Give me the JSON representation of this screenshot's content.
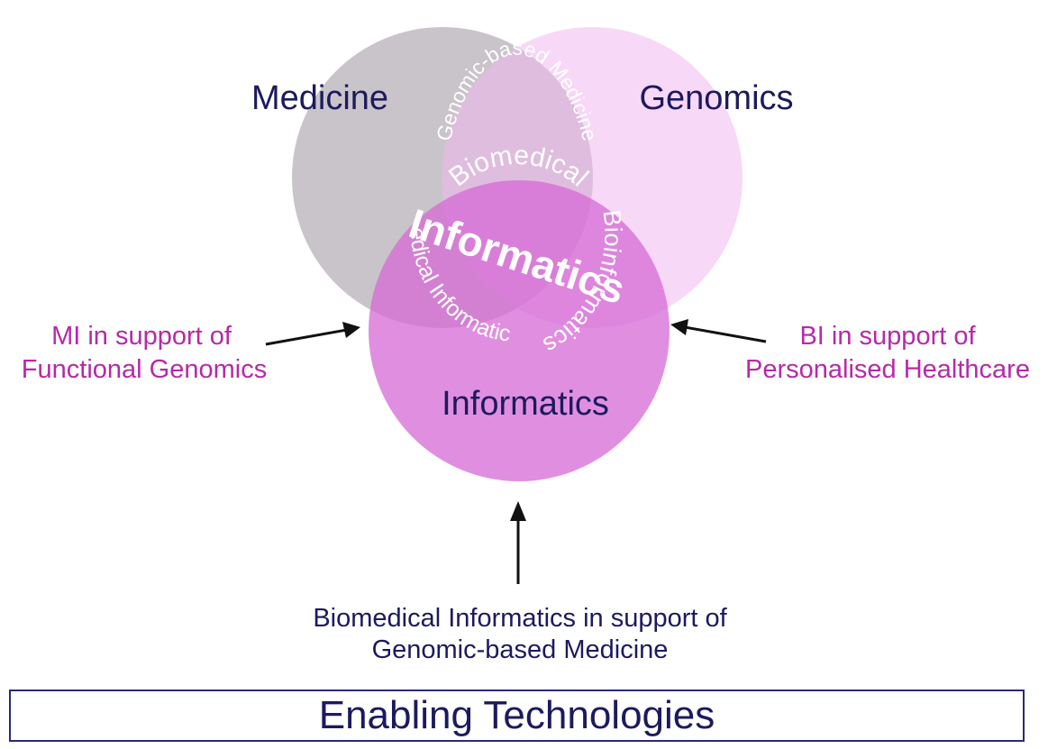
{
  "sets": {
    "medicine": "Medicine",
    "genomics": "Genomics",
    "informatics": "Informatics"
  },
  "overlaps": {
    "medicine_genomics": "Genomic-based Medicine",
    "medicine_informatics": "Medical Informatics",
    "genomics_informatics": "Bioinformatics",
    "center_top": "Biomedical",
    "center_main": "Informatics"
  },
  "annotations": {
    "left_line1": "MI in support of",
    "left_line2": "Functional Genomics",
    "right_line1": "BI in support of",
    "right_line2": "Personalised Healthcare",
    "bottom_line1": "Biomedical Informatics in support of",
    "bottom_line2": "Genomic-based Medicine"
  },
  "banner": "Enabling Technologies",
  "colors": {
    "medicine_circle": "#a8a0a8",
    "genomics_circle": "#f2c8f0",
    "informatics_circle": "#d870d8",
    "set_label": "#1c1a5e",
    "annotation": "#b52aa8"
  }
}
